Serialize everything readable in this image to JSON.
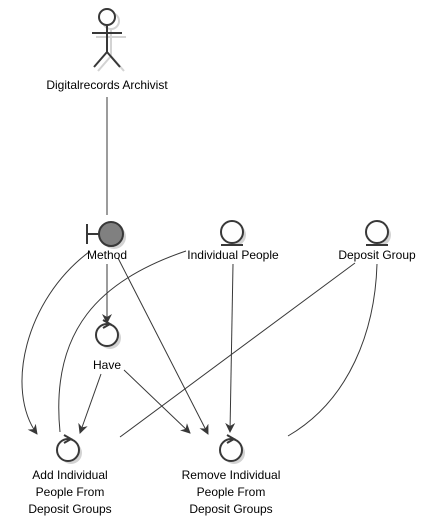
{
  "diagram": {
    "nodes": [
      {
        "id": "archivist",
        "kind": "actor",
        "label": "Digitalrecords Archivist"
      },
      {
        "id": "method",
        "kind": "boundary",
        "label": "Method"
      },
      {
        "id": "individual_people",
        "kind": "entity",
        "label": "Individual People"
      },
      {
        "id": "deposit_group",
        "kind": "entity",
        "label": "Deposit Group"
      },
      {
        "id": "have",
        "kind": "control",
        "label": "Have"
      },
      {
        "id": "add_people",
        "kind": "control",
        "label_lines": [
          "Add Individual",
          "People From",
          "Deposit Groups"
        ]
      },
      {
        "id": "remove_people",
        "kind": "control",
        "label_lines": [
          "Remove Individual",
          "People From",
          "Deposit Groups"
        ]
      }
    ],
    "edges": [
      {
        "from": "archivist",
        "to": "method",
        "arrow": false
      },
      {
        "from": "method",
        "to": "have",
        "arrow": true
      },
      {
        "from": "method",
        "to": "add_people",
        "arrow": true
      },
      {
        "from": "method",
        "to": "remove_people",
        "arrow": true
      },
      {
        "from": "have",
        "to": "add_people",
        "arrow": true
      },
      {
        "from": "have",
        "to": "remove_people",
        "arrow": true
      },
      {
        "from": "individual_people",
        "to": "add_people",
        "arrow": false
      },
      {
        "from": "individual_people",
        "to": "remove_people",
        "arrow": true
      },
      {
        "from": "deposit_group",
        "to": "add_people",
        "arrow": false
      },
      {
        "from": "deposit_group",
        "to": "remove_people",
        "arrow": false
      }
    ],
    "colors": {
      "stroke": "#383838",
      "fill": "#fefefe",
      "boundary_fill": "#808080",
      "shadow": "#d3d3d3"
    }
  }
}
